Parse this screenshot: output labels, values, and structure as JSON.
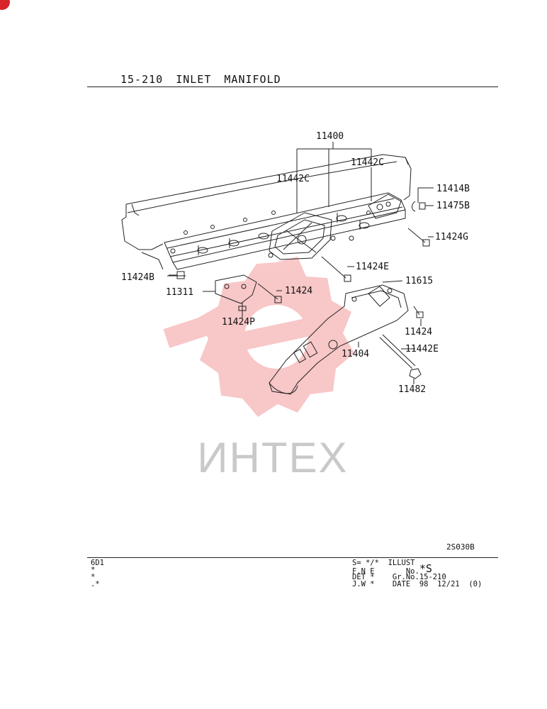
{
  "header": {
    "title": "15-210   INLET MANIFOLD"
  },
  "callouts": [
    "11400",
    "11442C",
    "11442C",
    "11414B",
    "11475B",
    "11424G",
    "11424E",
    "11424B",
    "11311",
    "11424",
    "11424P",
    "11615",
    "11424",
    "11404",
    "11442E",
    "11482"
  ],
  "watermark": {
    "text": "ИНТЕХ",
    "color": "#f08a8a"
  },
  "ref_code": "2S030B",
  "footer": {
    "left_lines": [
      "6D1",
      "*",
      "*",
      ".*"
    ],
    "right_lines": [
      "S= */*  ILLUST",
      "F.N E       No.",
      "DET *    Gr.No.15-210",
      "J.W *    DATE  98  12/21  (0)"
    ],
    "illust_no": "*S"
  },
  "colors": {
    "line": "#222222",
    "badge": "#d8232a"
  }
}
